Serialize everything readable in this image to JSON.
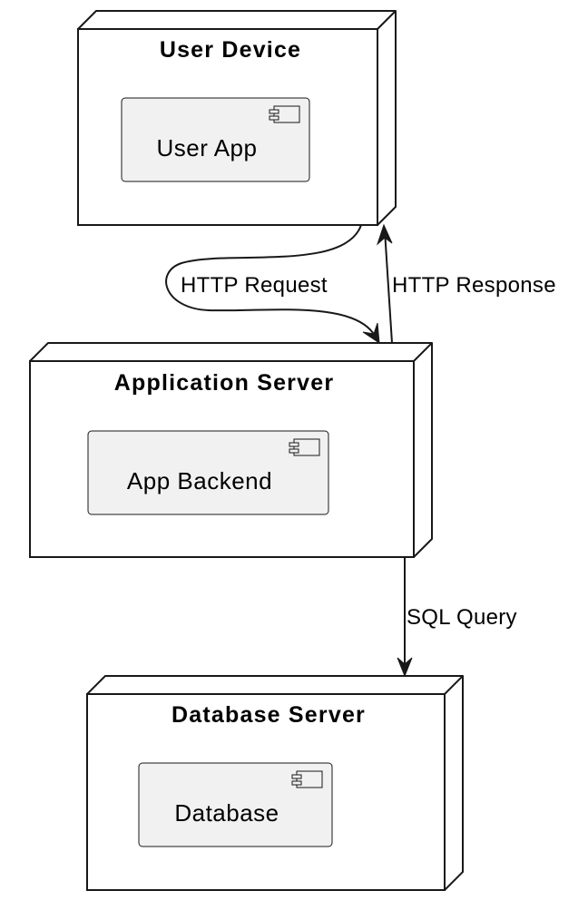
{
  "nodes": {
    "user_device": {
      "title": "User Device",
      "component": "User App"
    },
    "app_server": {
      "title": "Application Server",
      "component": "App Backend"
    },
    "db_server": {
      "title": "Database Server",
      "component": "Database"
    }
  },
  "edges": {
    "http_request": "HTTP Request",
    "http_response": "HTTP Response",
    "sql_query": "SQL Query"
  }
}
